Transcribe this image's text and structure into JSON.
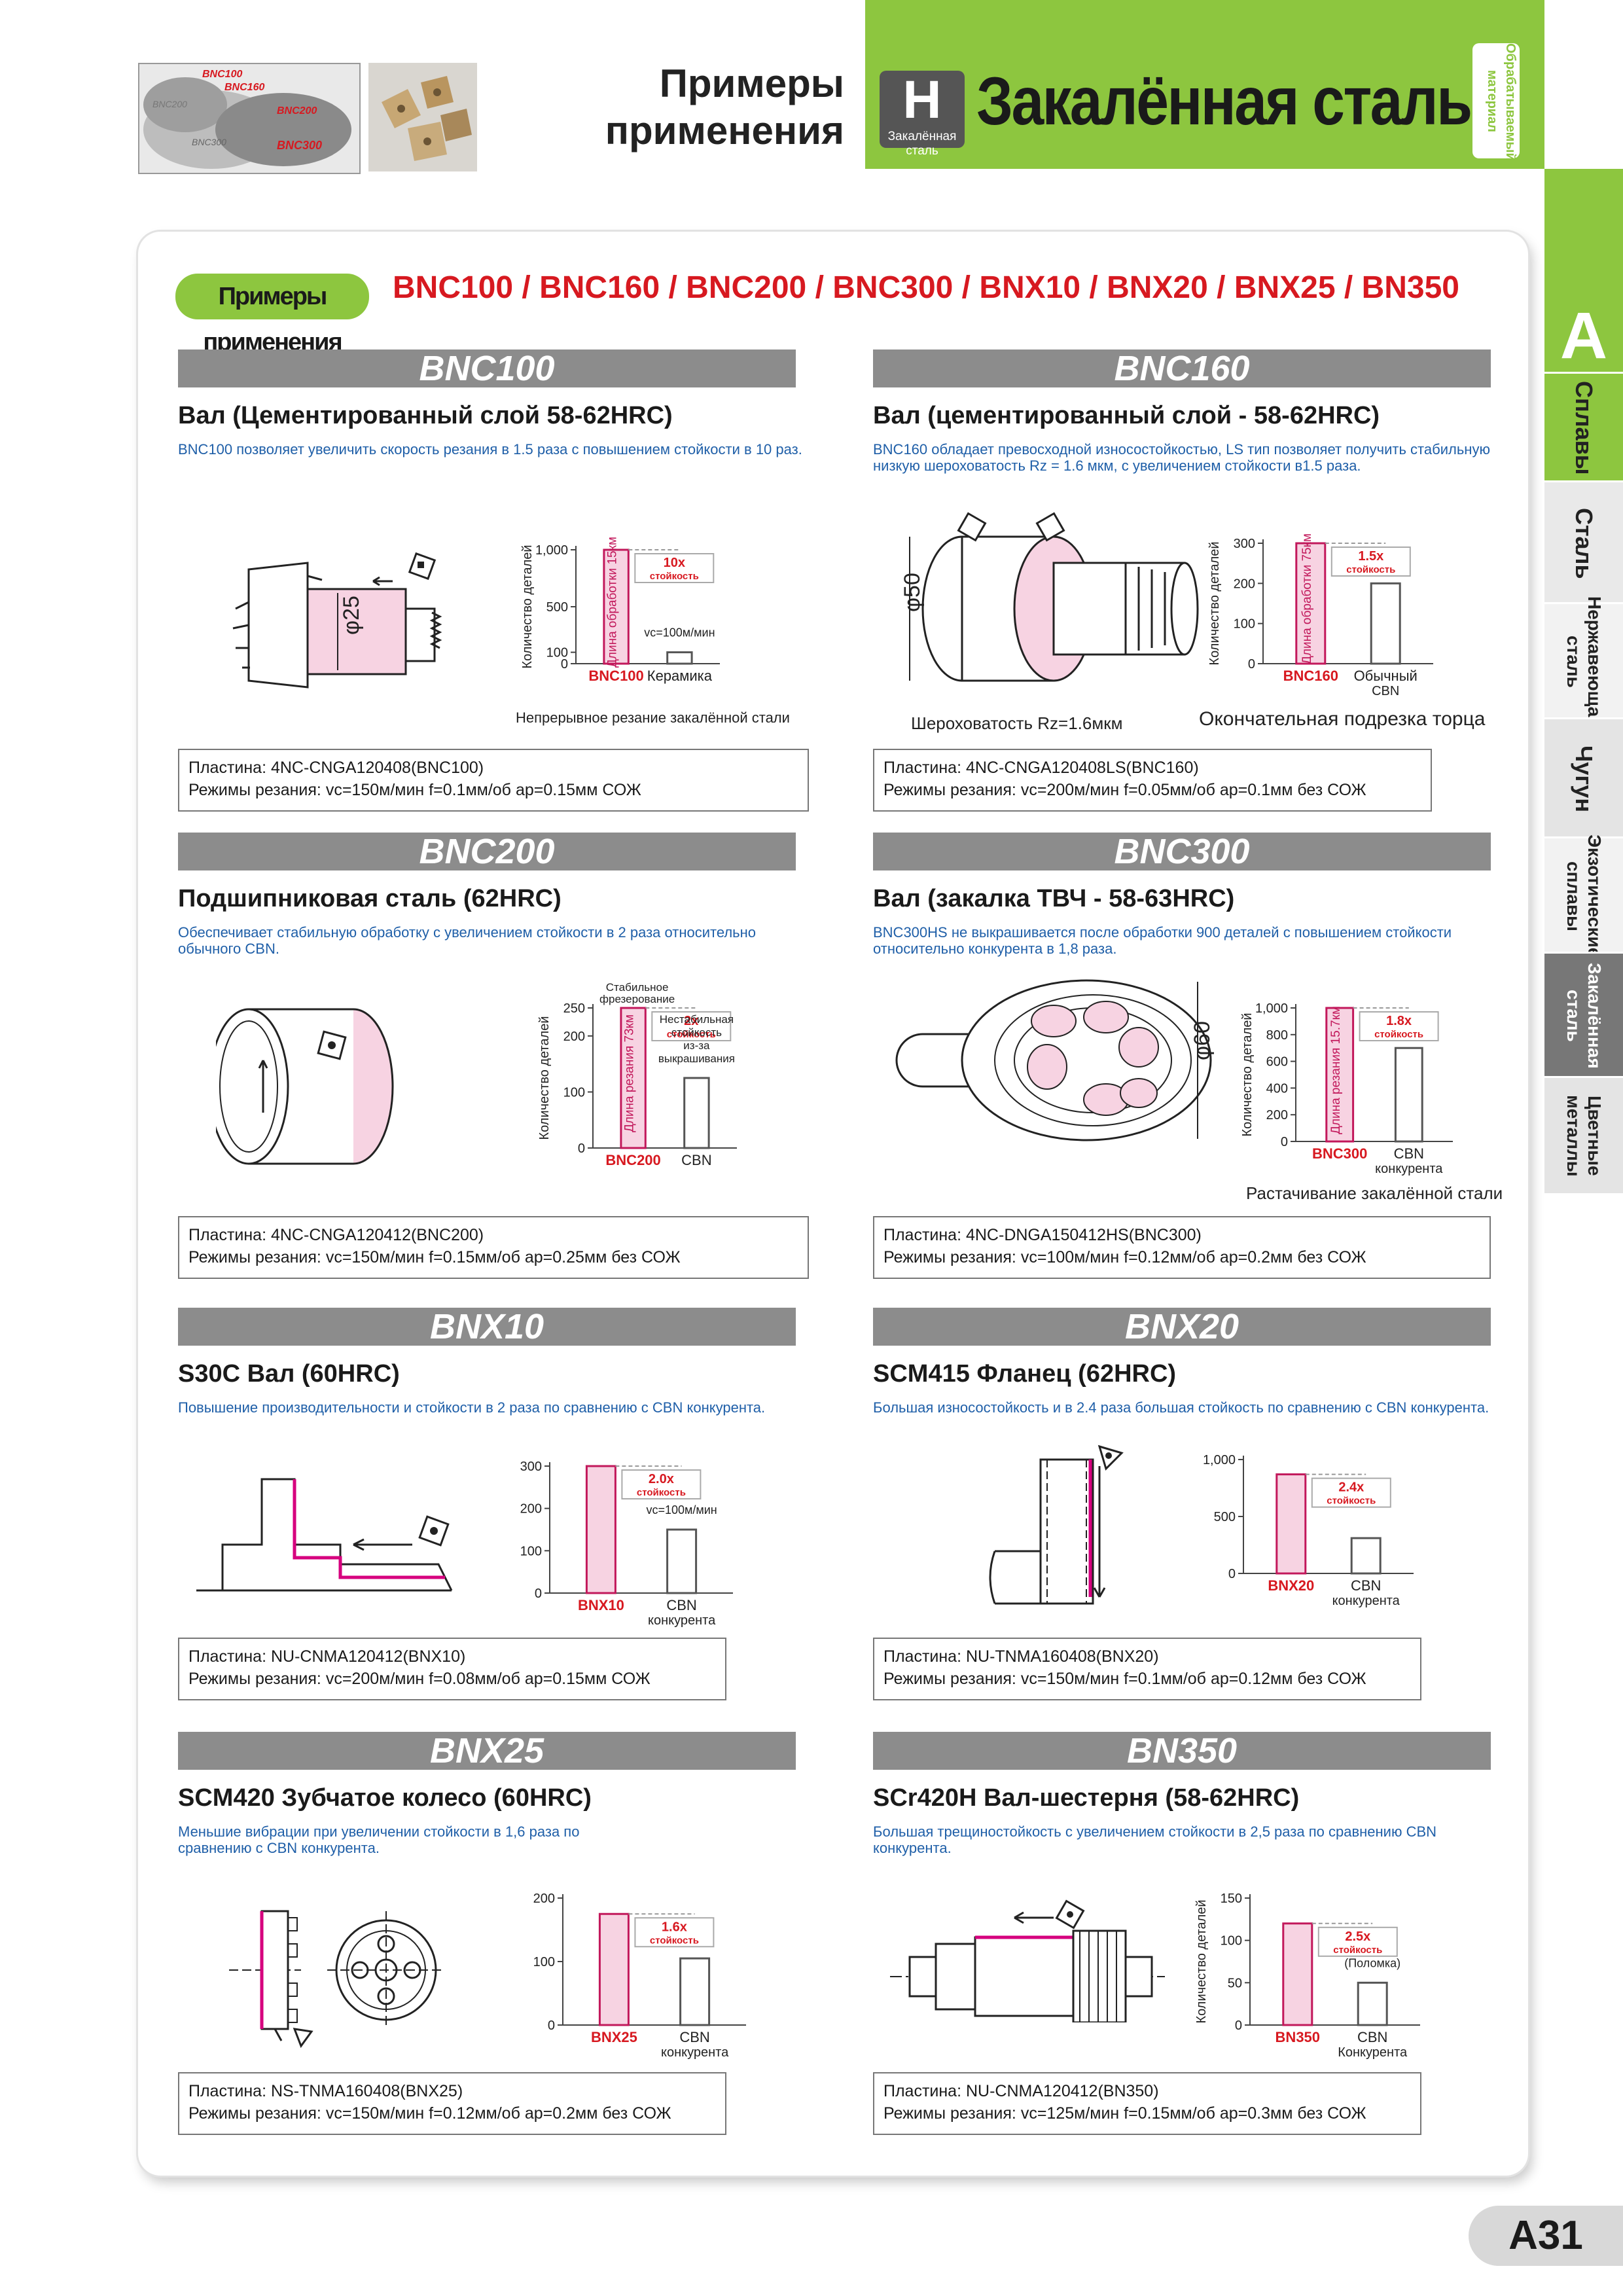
{
  "header": {
    "title_line1": "Примеры",
    "title_line2": "применения",
    "badge_letter": "H",
    "badge_label": "Закалённая сталь",
    "main_title": "Закалённая сталь",
    "material_tag": "Обрабатываемый материал",
    "thumb_labels": [
      "BNC100",
      "BNC160",
      "BNC200",
      "BNC300",
      "BNC200",
      "BNC300"
    ]
  },
  "tabs": {
    "letter": "A",
    "items": [
      "Сплавы",
      "Сталь",
      "Нержавеющая сталь",
      "Чугун",
      "Экзотические сплавы",
      "Закалённая сталь",
      "Цветные металлы"
    ]
  },
  "intro": {
    "pill": "Примеры применения",
    "grades": "BNC100 / BNC160 / BNC200 / BNC300 / BNX10 / BNX20 / BNX25 / BN350"
  },
  "colors": {
    "green": "#8dc63f",
    "red": "#d71920",
    "pink": "#f7d3e2",
    "magenta": "#d6007e",
    "band": "#8c8c8c",
    "blue": "#1f5fa8"
  },
  "sections": {
    "bnc100": {
      "band": "BNC100",
      "title": "Вал (Цементированный слой 58-62HRC)",
      "desc": "BNC100 позволяет увеличить скорость резания в 1.5 раза с повышением стойкости в 10 раз.",
      "dim": "φ25",
      "caption": "Непрерывное резание закалённой стали",
      "cond1": "Пластина: 4NC-CNGA120408(BNC100)",
      "cond2": "Режимы резания: vc=150м/мин  f=0.1мм/об  ap=0.15мм  СОЖ"
    },
    "bnc160": {
      "band": "BNC160",
      "title": "Вал (цементированный слой - 58-62HRC)",
      "desc": "BNC160 обладает превосходной износостойкостью, LS тип позволяет получить стабильную низкую шероховатость Rz = 1.6 мкм, с увеличением стойкости в1.5 раза.",
      "dim": "φ50",
      "caption_left": "Шероховатость Rz=1.6мкм",
      "caption_right": "Окончательная подрезка торца",
      "cond1": "Пластина: 4NC-CNGA120408LS(BNC160)",
      "cond2": "Режимы резания: vc=200м/мин  f=0.05мм/об  ap=0.1мм  без СОЖ"
    },
    "bnc200": {
      "band": "BNC200",
      "title": "Подшипниковая сталь (62HRC)",
      "desc": "Обеспечивает стабильную обработку с увеличением стойкости в 2 раза относительно обычного CBN.",
      "cond1": "Пластина: 4NC-CNGA120412(BNC200)",
      "cond2": "Режимы резания: vc=150м/мин  f=0.15мм/об  ap=0.25мм    без СОЖ"
    },
    "bnc300": {
      "band": "BNC300",
      "title": "Вал (закалка ТВЧ - 58-63HRC)",
      "desc": "BNC300HS не выкрашивается после обработки 900 деталей с повышением стойкости относительно конкурента в 1,8 раза.",
      "dim": "φ60",
      "caption": "Растачивание закалённой стали",
      "cond1": "Пластина: 4NC-DNGA150412HS(BNC300)",
      "cond2": "Режимы резания: vc=100м/мин  f=0.12мм/об  ap=0.2мм    без СОЖ"
    },
    "bnx10": {
      "band": "BNX10",
      "title": "S30C Вал (60HRC)",
      "desc": "Повышение производительности и стойкости в 2 раза по сравнению с CBN конкурента.",
      "cond1": "Пластина: NU-CNMA120412(BNX10)",
      "cond2": "Режимы резания: vc=200м/мин  f=0.08мм/об  ap=0.15мм  СОЖ"
    },
    "bnx20": {
      "band": "BNX20",
      "title": "SCM415 Фланец (62HRC)",
      "desc": "Большая износостойкость и в 2.4 раза большая стойкость по сравнению с CBN конкурента.",
      "cond1": "Пластина: NU-TNMA160408(BNX20)",
      "cond2": "Режимы резания: vc=150м/мин  f=0.1мм/об  ap=0.12мм  без СОЖ"
    },
    "bnx25": {
      "band": "BNX25",
      "title": "SCM420 Зубчатое колесо (60HRC)",
      "desc": "Меньшие вибрации при увеличении стойкости в 1,6 раза по сравнению с CBN конкурента.",
      "cond1": "Пластина: NS-TNMA160408(BNX25)",
      "cond2": "Режимы резания: vc=150м/мин  f=0.12мм/об  ap=0.2мм  без СОЖ"
    },
    "bn350": {
      "band": "BN350",
      "title": "SCr420H Вал-шестерня (58-62HRC)",
      "desc": "Большая трещиностойкость с увеличением стойкости в 2,5 раза по сравнению CBN конкурента.",
      "cond1": "Пластина: NU-CNMA120412(BN350)",
      "cond2": "Режимы резания: vc=125м/мин  f=0.15мм/об  ap=0.3мм    без СОЖ"
    }
  },
  "chart_data": [
    {
      "id": "bnc100",
      "type": "bar",
      "categories": [
        "BNC100",
        "Керамика"
      ],
      "values": [
        1000,
        100
      ],
      "ylim": [
        0,
        1000
      ],
      "yticks": [
        0,
        100,
        500,
        1000
      ],
      "ytick_labels": [
        "0",
        "100",
        "500",
        "1,000"
      ],
      "ylabel": "Количество деталей",
      "bar_inside_label": "Длина обработки 15км",
      "ratio": "10x",
      "ratio_sub": "стойкость",
      "note": "vc=100м/мин"
    },
    {
      "id": "bnc160",
      "type": "bar",
      "categories": [
        "BNC160",
        "Обычный CBN"
      ],
      "values": [
        300,
        200
      ],
      "ylim": [
        0,
        300
      ],
      "yticks": [
        0,
        100,
        200,
        300
      ],
      "ytick_labels": [
        "0",
        "100",
        "200",
        "300"
      ],
      "ylabel": "Количество деталей",
      "bar_inside_label": "Длина обработки 75км",
      "ratio": "1.5x",
      "ratio_sub": "стойкость"
    },
    {
      "id": "bnc200",
      "type": "bar",
      "categories": [
        "BNC200",
        "CBN"
      ],
      "values": [
        250,
        125
      ],
      "ylim": [
        0,
        250
      ],
      "yticks": [
        0,
        100,
        200,
        250
      ],
      "ytick_labels": [
        "0",
        "100",
        "200",
        "250"
      ],
      "ylabel": "Количество деталей",
      "bar_inside_label": "Длина резания 73км",
      "ratio": "2x",
      "ratio_sub": "стойкость",
      "note_top": "Стабильное фрезерование",
      "note": "Нестабильная стойкость из-за выкрашивания"
    },
    {
      "id": "bnc300",
      "type": "bar",
      "categories": [
        "BNC300",
        "CBN конкурента"
      ],
      "values": [
        1000,
        700
      ],
      "ylim": [
        0,
        1000
      ],
      "yticks": [
        0,
        200,
        400,
        600,
        800,
        1000
      ],
      "ytick_labels": [
        "0",
        "200",
        "400",
        "600",
        "800",
        "1,000"
      ],
      "ylabel": "Количество деталей",
      "bar_inside_label": "Длина резания 15.7км",
      "ratio": "1.8x",
      "ratio_sub": "стойкость"
    },
    {
      "id": "bnx10",
      "type": "bar",
      "categories": [
        "BNX10",
        "CBN конкурента"
      ],
      "values": [
        300,
        150
      ],
      "ylim": [
        0,
        300
      ],
      "yticks": [
        0,
        100,
        200,
        300
      ],
      "ytick_labels": [
        "0",
        "100",
        "200",
        "300"
      ],
      "ratio": "2.0x",
      "ratio_sub": "стойкость",
      "note": "vc=100м/мин"
    },
    {
      "id": "bnx20",
      "type": "bar",
      "categories": [
        "BNX20",
        "CBN конкурента"
      ],
      "values": [
        870,
        310
      ],
      "ylim": [
        0,
        1000
      ],
      "yticks": [
        0,
        500,
        1000
      ],
      "ytick_labels": [
        "0",
        "500",
        "1,000"
      ],
      "ratio": "2.4x",
      "ratio_sub": "стойкость"
    },
    {
      "id": "bnx25",
      "type": "bar",
      "categories": [
        "BNX25",
        "CBN конкурента"
      ],
      "values": [
        175,
        105
      ],
      "ylim": [
        0,
        200
      ],
      "yticks": [
        0,
        100,
        200
      ],
      "ytick_labels": [
        "0",
        "100",
        "200"
      ],
      "ratio": "1.6x",
      "ratio_sub": "стойкость"
    },
    {
      "id": "bn350",
      "type": "bar",
      "categories": [
        "BN350",
        "CBN Конкурента"
      ],
      "values": [
        120,
        50
      ],
      "ylim": [
        0,
        150
      ],
      "yticks": [
        0,
        50,
        100,
        150
      ],
      "ytick_labels": [
        "0",
        "50",
        "100",
        "150"
      ],
      "ylabel": "Количество деталей",
      "ratio": "2.5x",
      "ratio_sub": "стойкость",
      "note": "(Поломка)"
    }
  ],
  "page_number": "A31"
}
